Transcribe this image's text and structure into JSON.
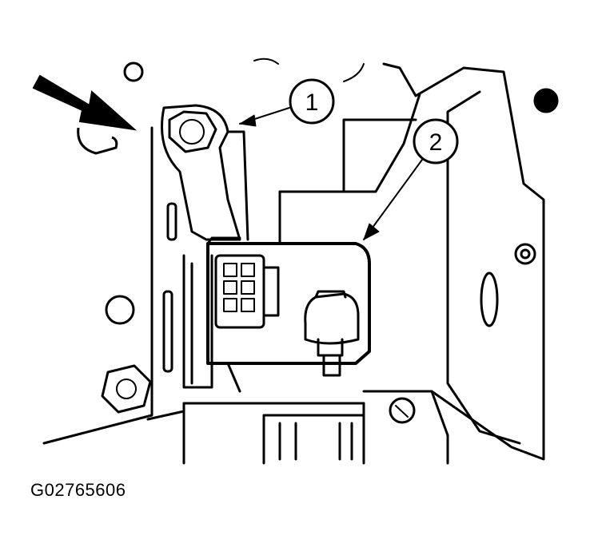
{
  "figure": {
    "id": "G02765606",
    "callouts": [
      {
        "label": "1"
      },
      {
        "label": "2"
      }
    ]
  },
  "colors": {
    "ink": "#000000",
    "paper": "#ffffff"
  }
}
